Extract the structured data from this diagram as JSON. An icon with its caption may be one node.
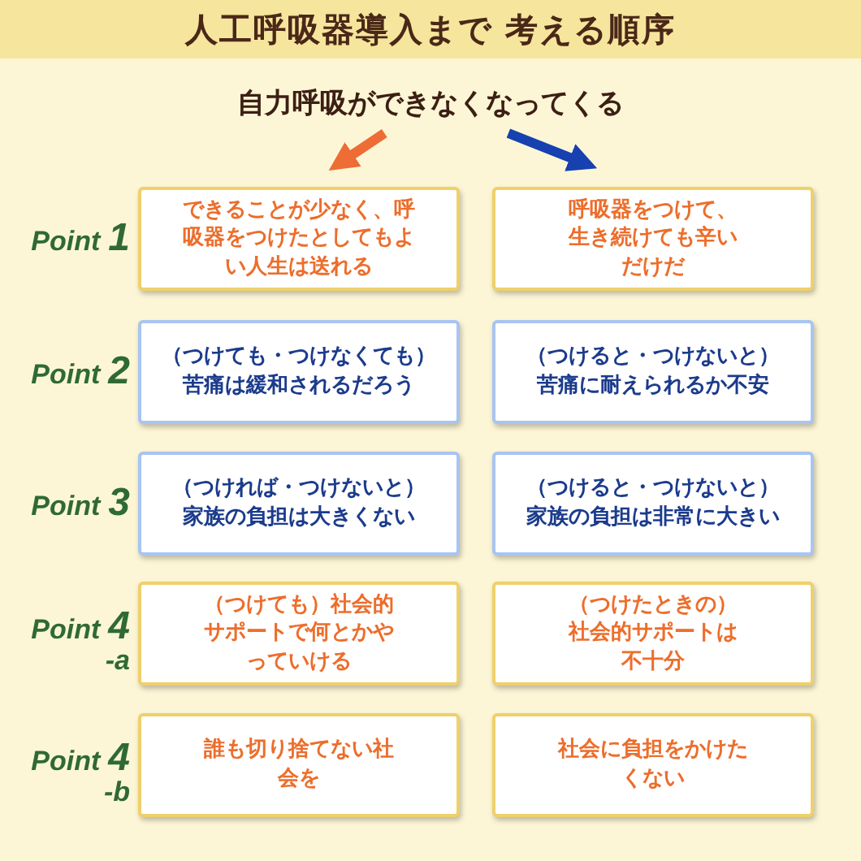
{
  "diagram": {
    "title": "人工呼吸器導入まで 考える順序",
    "nodes": [
      {
        "text": [
          "自力呼吸ができなくなってくる"
        ]
      },
      {
        "text": [
          "できることが少なく、呼吸器をつけたとしてもよい人生は送れる"
        ]
      },
      {
        "text": [
          "呼吸器をつけて、生き続けても辛いだけだ"
        ]
      },
      {
        "text": [
          "（つけても・つけなくても）苦痛は緩和されるだろう"
        ]
      },
      {
        "text": [
          "（つけると・つけないと）苦痛に耐えられるか不安"
        ]
      },
      {
        "text": [
          "（つければ・つけないと）家族の負担は大きくない"
        ]
      },
      {
        "text": [
          "（つけると・つけないと）家族の負担は非常に大きい"
        ]
      },
      {
        "text": [
          "（つけても）社会的サポートで何とかやっていける"
        ]
      },
      {
        "text": [
          "（つけたときの）社会的サポートは不十分"
        ]
      },
      {
        "text": [
          "誰も切り捨てない社会を"
        ]
      },
      {
        "text": [
          "社会に負担をかけたくない"
        ]
      }
    ],
    "edges": [
      {
        "from": 0,
        "to": 1,
        "arrow": "to",
        "color": "#ee6c35"
      },
      {
        "from": 0,
        "to": 2,
        "arrow": "to",
        "color": "#1740b0"
      }
    ],
    "labels": [
      "Point 1",
      "Point 2",
      "Point 3",
      "Point 4 -a",
      "Point 4 -b"
    ]
  }
}
